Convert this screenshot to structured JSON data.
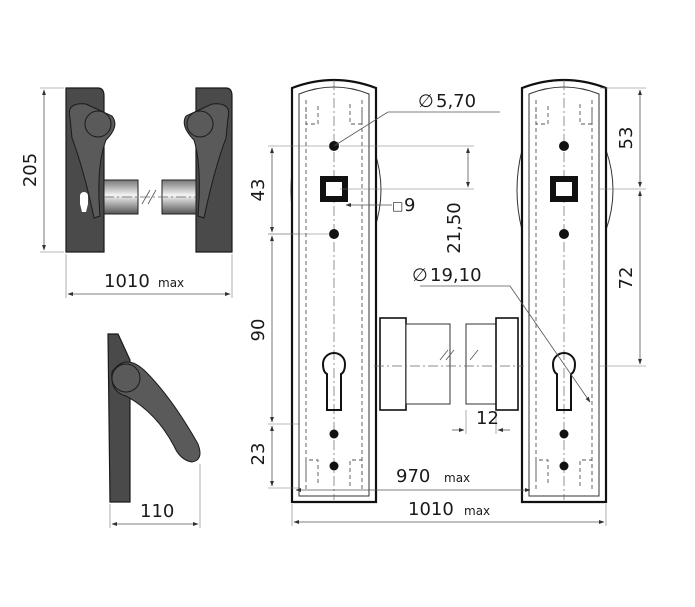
{
  "dimensions": {
    "handle_height": "205",
    "top_width_value": "1010",
    "top_width_suffix": "max",
    "side_width": "110",
    "hole_diameter": "5,70",
    "spindle_square": "9",
    "offset_43": "43",
    "offset_2150": "21,50",
    "cylinder_diameter": "19,10",
    "offset_53": "53",
    "offset_72": "72",
    "offset_90": "90",
    "offset_23": "23",
    "offset_12": "12",
    "inner_width_value": "970",
    "inner_width_suffix": "max",
    "outer_width_value": "1010",
    "outer_width_suffix": "max"
  },
  "symbols": {
    "diameter": "∅",
    "square": "□"
  }
}
